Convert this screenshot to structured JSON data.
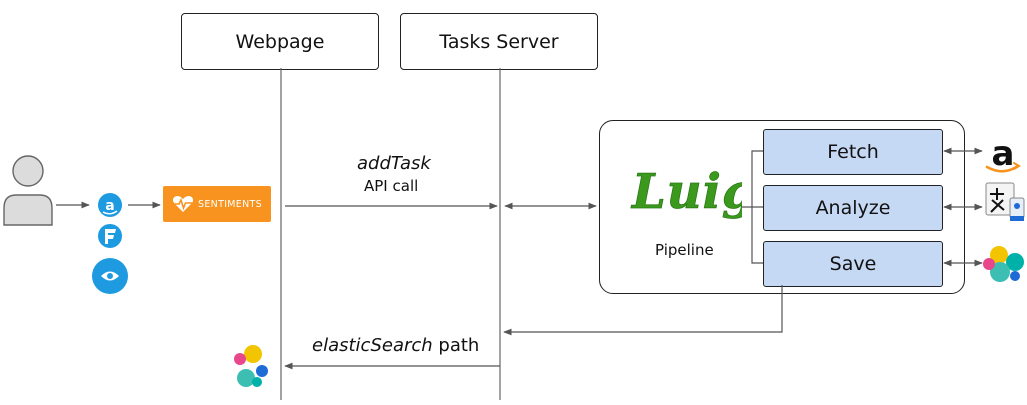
{
  "lifelines": {
    "webpage": "Webpage",
    "tasks_server": "Tasks Server"
  },
  "messages": {
    "add_task_italic": "addTask",
    "add_task_sub": "API call",
    "elastic_italic": "elasticSearch",
    "elastic_rest": " path"
  },
  "sentiments_label": "SENTIMENTS",
  "pipeline": {
    "logo_text": "Luigi",
    "label": "Pipeline",
    "stages": [
      "Fetch",
      "Analyze",
      "Save"
    ]
  },
  "colors": {
    "stage_fill": "#c6d9f4",
    "sentiments_orange": "#f7931e",
    "source_icon_blue": "#1e9be0",
    "luigi_green": "#3b9a1e"
  },
  "icons": {
    "user": "user-icon",
    "amazon_small": "amazon-icon",
    "foursquare": "foursquare-icon",
    "eye": "eye-icon",
    "amazon_large": "amazon-logo-icon",
    "translation": "translation-puzzle-icon",
    "elastic": "elasticsearch-logo-icon"
  }
}
